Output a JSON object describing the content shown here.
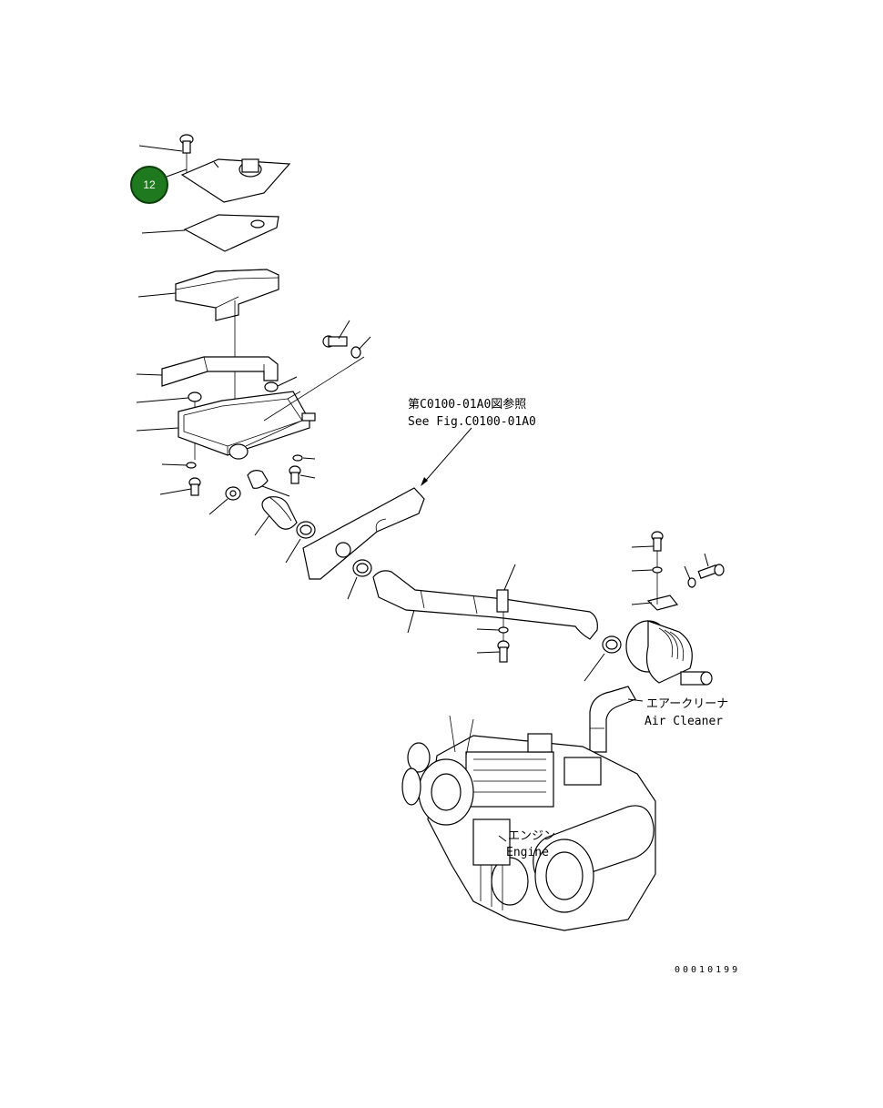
{
  "callout": {
    "label": "12",
    "color": "#1f7a1f"
  },
  "references": {
    "see_fig_jp": "第C0100-01A0図参照",
    "see_fig_en": "See Fig.C0100-01A0"
  },
  "labels": {
    "air_cleaner_jp": "エアークリーナ",
    "air_cleaner_en": "Air Cleaner",
    "engine_jp": "エンジン",
    "engine_en": "Engine"
  },
  "drawing_number": "00010199"
}
